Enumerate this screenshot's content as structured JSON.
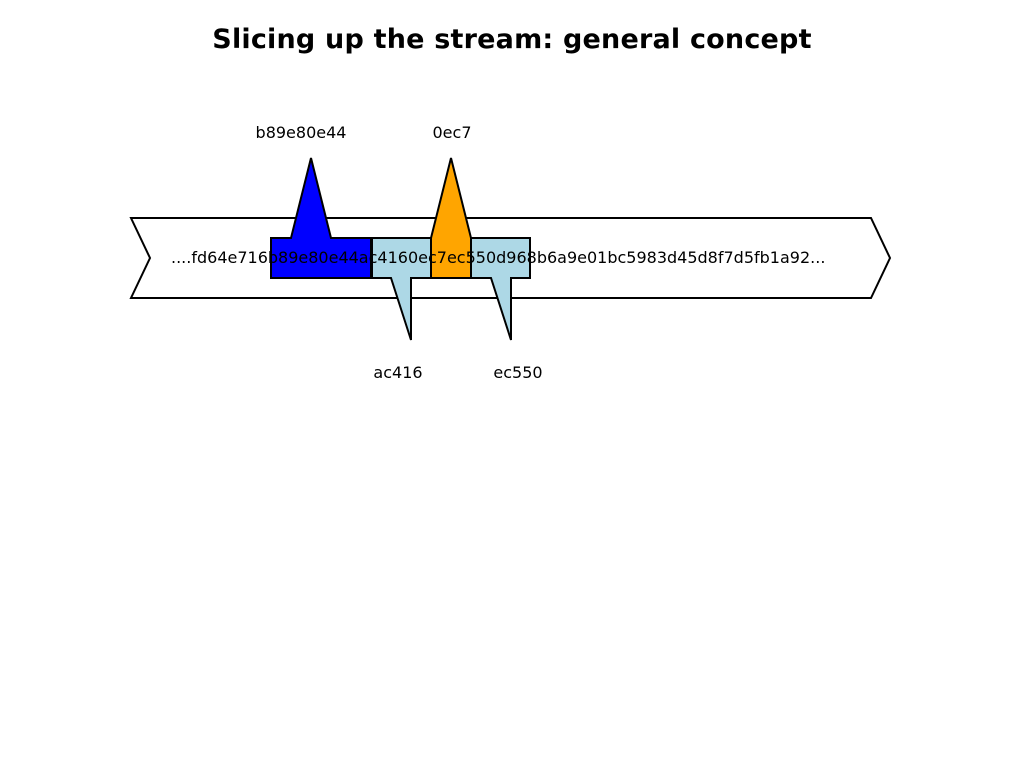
{
  "title": "Slicing up the stream: general concept",
  "stream": {
    "text": "....fd64e716b89e80e44ac4160ec7ec550d968b6a9e01bc5983d45d8f7d5fb1a92..."
  },
  "slices": [
    {
      "label": "b89e80e44",
      "position": "above",
      "color": "#0000ff"
    },
    {
      "label": "0ec7",
      "position": "above",
      "color": "#ffa500"
    },
    {
      "label": "ac416",
      "position": "below",
      "color": "#add8e6"
    },
    {
      "label": "ec550",
      "position": "below",
      "color": "#add8e6"
    }
  ]
}
